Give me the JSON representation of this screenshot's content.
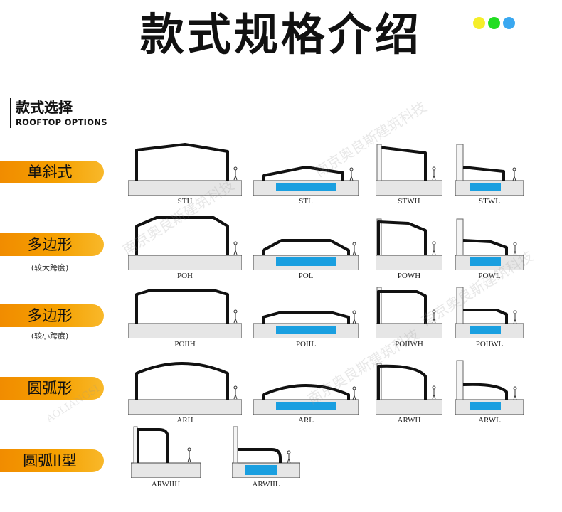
{
  "header": {
    "title": "款式规格介绍",
    "dot_colors": [
      "#f5ee2a",
      "#22dd22",
      "#3aa8f0"
    ]
  },
  "section": {
    "zh": "款式选择",
    "en": "ROOFTOP OPTIONS"
  },
  "categories": [
    {
      "label": "单斜式",
      "sub": ""
    },
    {
      "label": "多边形",
      "sub": "(较大跨度)"
    },
    {
      "label": "多边形",
      "sub": "(较小跨度)"
    },
    {
      "label": "圆弧形",
      "sub": ""
    },
    {
      "label": "圆弧II型",
      "sub": ""
    }
  ],
  "models": [
    [
      "STH",
      "STL",
      "STWH",
      "STWL"
    ],
    [
      "POH",
      "POL",
      "POWH",
      "POWL"
    ],
    [
      "POIIH",
      "POIIL",
      "POIIWH",
      "POIIWL"
    ],
    [
      "ARH",
      "ARL",
      "ARWH",
      "ARWL"
    ],
    [
      "ARWIIH",
      "ARWIIL"
    ]
  ],
  "watermark": "南京奥良斯建筑科技",
  "watermark_en": "AOLIANGSI",
  "colors": {
    "accent": "#f39800",
    "pool": "#1a9fe0",
    "frame": "#111111",
    "base": "#e6e6e6"
  }
}
